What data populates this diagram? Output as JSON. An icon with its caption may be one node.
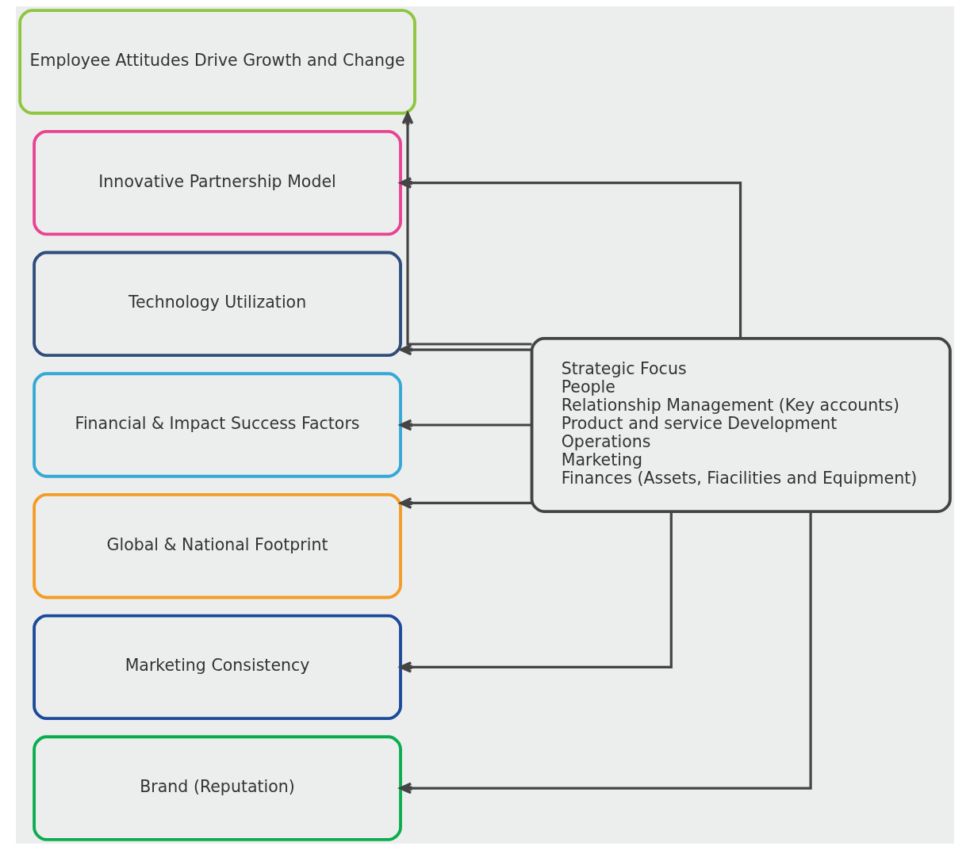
{
  "diagram": {
    "nodes": [
      {
        "text": [
          "Employee Attitudes Drive Growth and Change"
        ]
      },
      {
        "text": [
          "Innovative Partnership Model"
        ]
      },
      {
        "text": [
          "Technology Utilization"
        ]
      },
      {
        "text": [
          "Financial & Impact Success Factors"
        ]
      },
      {
        "text": [
          "Global & National Footprint"
        ]
      },
      {
        "text": [
          "Marketing Consistency"
        ]
      },
      {
        "text": [
          "Brand (Reputation)"
        ]
      },
      {
        "text": [
          "Strategic Focus",
          "People",
          "Relationship Management (Key accounts)",
          "Product and service Development",
          "Operations",
          "Marketing",
          "Finances (Assets, Fiacilities and Equipment)"
        ]
      }
    ],
    "edges": [
      {
        "from": 7,
        "to": 0,
        "arrow": "to"
      },
      {
        "from": 7,
        "to": 1,
        "arrow": "to"
      },
      {
        "from": 7,
        "to": 2,
        "arrow": "to"
      },
      {
        "from": 7,
        "to": 3,
        "arrow": "to"
      },
      {
        "from": 7,
        "to": 4,
        "arrow": "to"
      },
      {
        "from": 7,
        "to": 5,
        "arrow": "to"
      },
      {
        "from": 7,
        "to": 6,
        "arrow": "to"
      }
    ]
  }
}
